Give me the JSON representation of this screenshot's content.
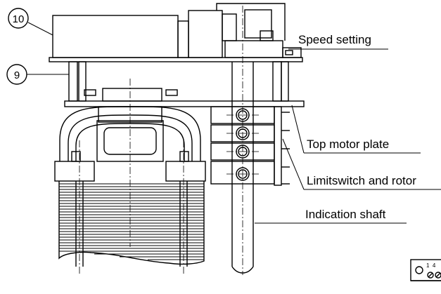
{
  "callouts": {
    "part_10": "10",
    "part_9": "9"
  },
  "labels": {
    "speed_setting": "Speed setting",
    "top_motor_plate": "Top motor plate",
    "limitswitch_and_rotor": "Limitswitch and rotor",
    "indication_shaft": "Indication shaft"
  },
  "terminal_strip": {
    "numbers": "1  4"
  },
  "colors": {
    "line": "#000000",
    "background": "#ffffff"
  }
}
